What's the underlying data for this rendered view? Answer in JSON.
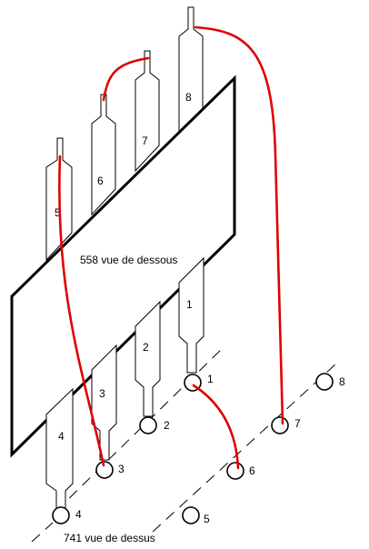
{
  "title_558": "558 vue de dessous",
  "title_741": "741 vue de dessus",
  "pins_558": [
    "1",
    "2",
    "3",
    "4",
    "5",
    "6",
    "7",
    "8"
  ],
  "pads_741": [
    "1",
    "2",
    "3",
    "4",
    "5",
    "6",
    "7",
    "8"
  ],
  "colors": {
    "wire": "#e00000",
    "outline": "#000000"
  }
}
